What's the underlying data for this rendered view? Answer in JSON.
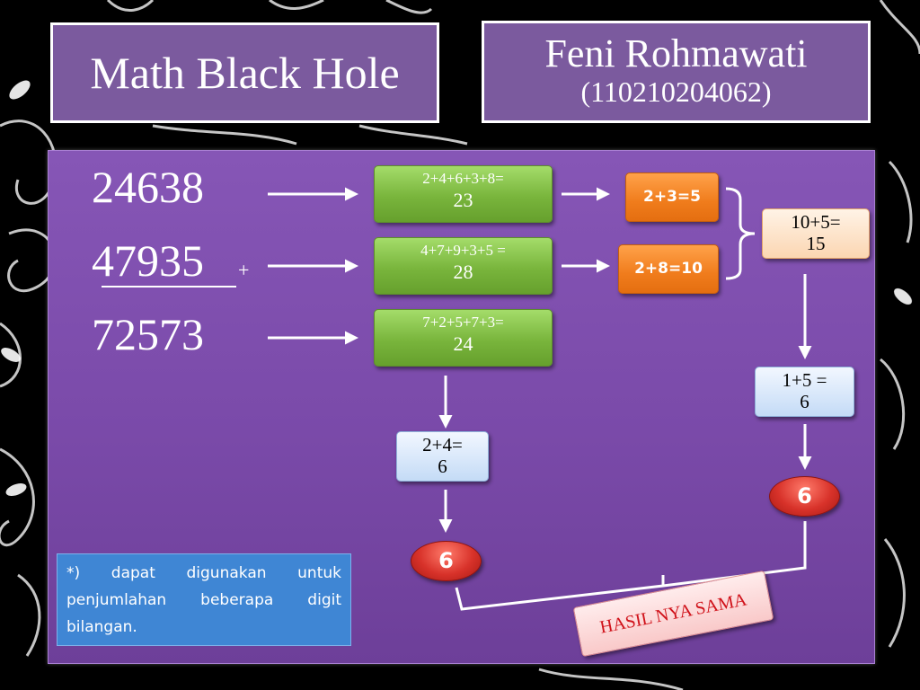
{
  "header": {
    "title": "Math Black Hole",
    "author_name": "Feni Rohmawati",
    "author_id": "(110210204062)"
  },
  "numbers": [
    "24638",
    "47935",
    "72573"
  ],
  "plus_sign": "+",
  "digit_sums": [
    {
      "expr": "2+4+6+3+8=",
      "result": "23"
    },
    {
      "expr": "4+7+9+3+5 =",
      "result": "28"
    },
    {
      "expr": "7+2+5+7+3=",
      "result": "24"
    }
  ],
  "second_sums": [
    "2+3=5",
    "2+8=10"
  ],
  "combined_sum": {
    "line1": "10+5=",
    "line2": "15"
  },
  "right_reduce": {
    "line1": "1+5 =",
    "line2": "6"
  },
  "left_reduce": {
    "line1": "2+4=",
    "line2": "6"
  },
  "right_result": "6",
  "left_result": "6",
  "note": "*) dapat digunakan untuk penjumlahan beberapa digit bilangan.",
  "conclusion": "HASIL NYA SAMA",
  "colors": {
    "title_bg": "#7b5a9e",
    "panel": "#7a4aa9",
    "green_box": "#79b53c",
    "orange_box": "#f07c1c",
    "red_oval": "#d8322a",
    "note_bg": "#3f86d4",
    "stamp_text": "#d0121a"
  }
}
